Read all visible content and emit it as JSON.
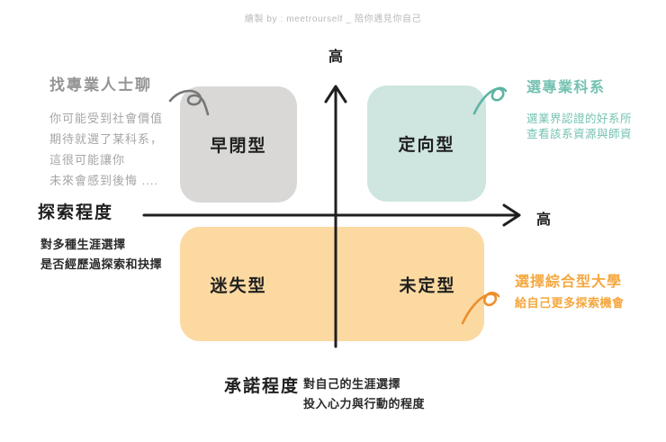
{
  "credit": "繪製 by : meetrourself _ 陪你遇見你自己",
  "colors": {
    "ink": "#1f1f1f",
    "gray_box": "#d9d8d6",
    "teal_box": "#cee5e0",
    "orange_box": "#fbd9a1",
    "gray_title": "#949494",
    "gray_body": "#a6a6a6",
    "credit_text": "#b9b9b9",
    "teal_text": "#74c2b1",
    "orange_text": "#f5a73d",
    "squiggle_gray": "#777777",
    "squiggle_teal": "#5cb4a2",
    "squiggle_orange": "#ed8e2d"
  },
  "axes": {
    "exploration": {
      "label": "探索程度",
      "high_label": "高",
      "desc_lines": [
        "對多種生涯選擇",
        "是否經歷過探索和抉擇"
      ]
    },
    "commitment": {
      "label": "承諾程度",
      "high_label": "高",
      "desc_lines": [
        "對自己的生涯選擇",
        "投入心力與行動的程度"
      ]
    }
  },
  "quadrants": {
    "foreclosure": {
      "label": "早閉型"
    },
    "achievement": {
      "label": "定向型"
    },
    "diffusion": {
      "label": "迷失型"
    },
    "moratorium": {
      "label": "未定型"
    }
  },
  "notes": {
    "expert": {
      "title": "找專業人士聊",
      "lines": [
        "你可能受到社會價值",
        "期待就選了某科系，",
        "這很可能讓你",
        "未來會感到後悔 ...."
      ]
    },
    "major": {
      "title": "選專業科系",
      "lines": [
        "選業界認證的好系所",
        "查看該系資源與師資"
      ]
    },
    "university": {
      "title": "選擇綜合型大學",
      "lines": [
        "給自己更多探索機會"
      ]
    }
  }
}
